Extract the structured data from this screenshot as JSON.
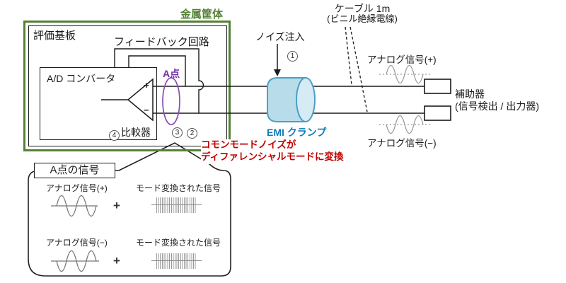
{
  "colors": {
    "enclosure_green": "#538135",
    "accent_purple": "#7030a0",
    "emi_blue": "#0f7cb8",
    "warning_red": "#c00000",
    "clamp_fill": "#b9dcea",
    "clamp_cap_fill": "#d6ebf4",
    "clamp_stroke": "#4ba0c4"
  },
  "enclosure": {
    "label": "金属筐体"
  },
  "board": {
    "label": "評価基板"
  },
  "feedback": {
    "label": "フィードバック回路"
  },
  "adc": {
    "label": "A/D コンバータ",
    "comparator": {
      "number": "4",
      "label": "比較器",
      "plus": "+",
      "minus": "−"
    }
  },
  "point_a": {
    "label": "A点",
    "step3": "3",
    "step2": "2"
  },
  "noise_injection": {
    "label": "ノイズ注入",
    "step": "1"
  },
  "emi_clamp": {
    "label": "EMI クランプ"
  },
  "cable": {
    "line1": "ケーブル 1m",
    "line2": "(ビニル絶縁電線)"
  },
  "analog_plus": {
    "label": "アナログ信号(+)"
  },
  "analog_minus": {
    "label": "アナログ信号(−)"
  },
  "auxiliary": {
    "line1": "補助器",
    "line2": "(信号検出 / 出力器)"
  },
  "conversion_note": {
    "line1": "コモンモードノイズが",
    "line2": "ディファレンシャルモードに変換"
  },
  "callout": {
    "title": "A点の信号",
    "rows": [
      {
        "signal_label": "アナログ信号(+)",
        "operator": "+",
        "noise_label": "モード変換された信号"
      },
      {
        "signal_label": "アナログ信号(−)",
        "operator": "+",
        "noise_label": "モード変換された信号"
      }
    ]
  }
}
